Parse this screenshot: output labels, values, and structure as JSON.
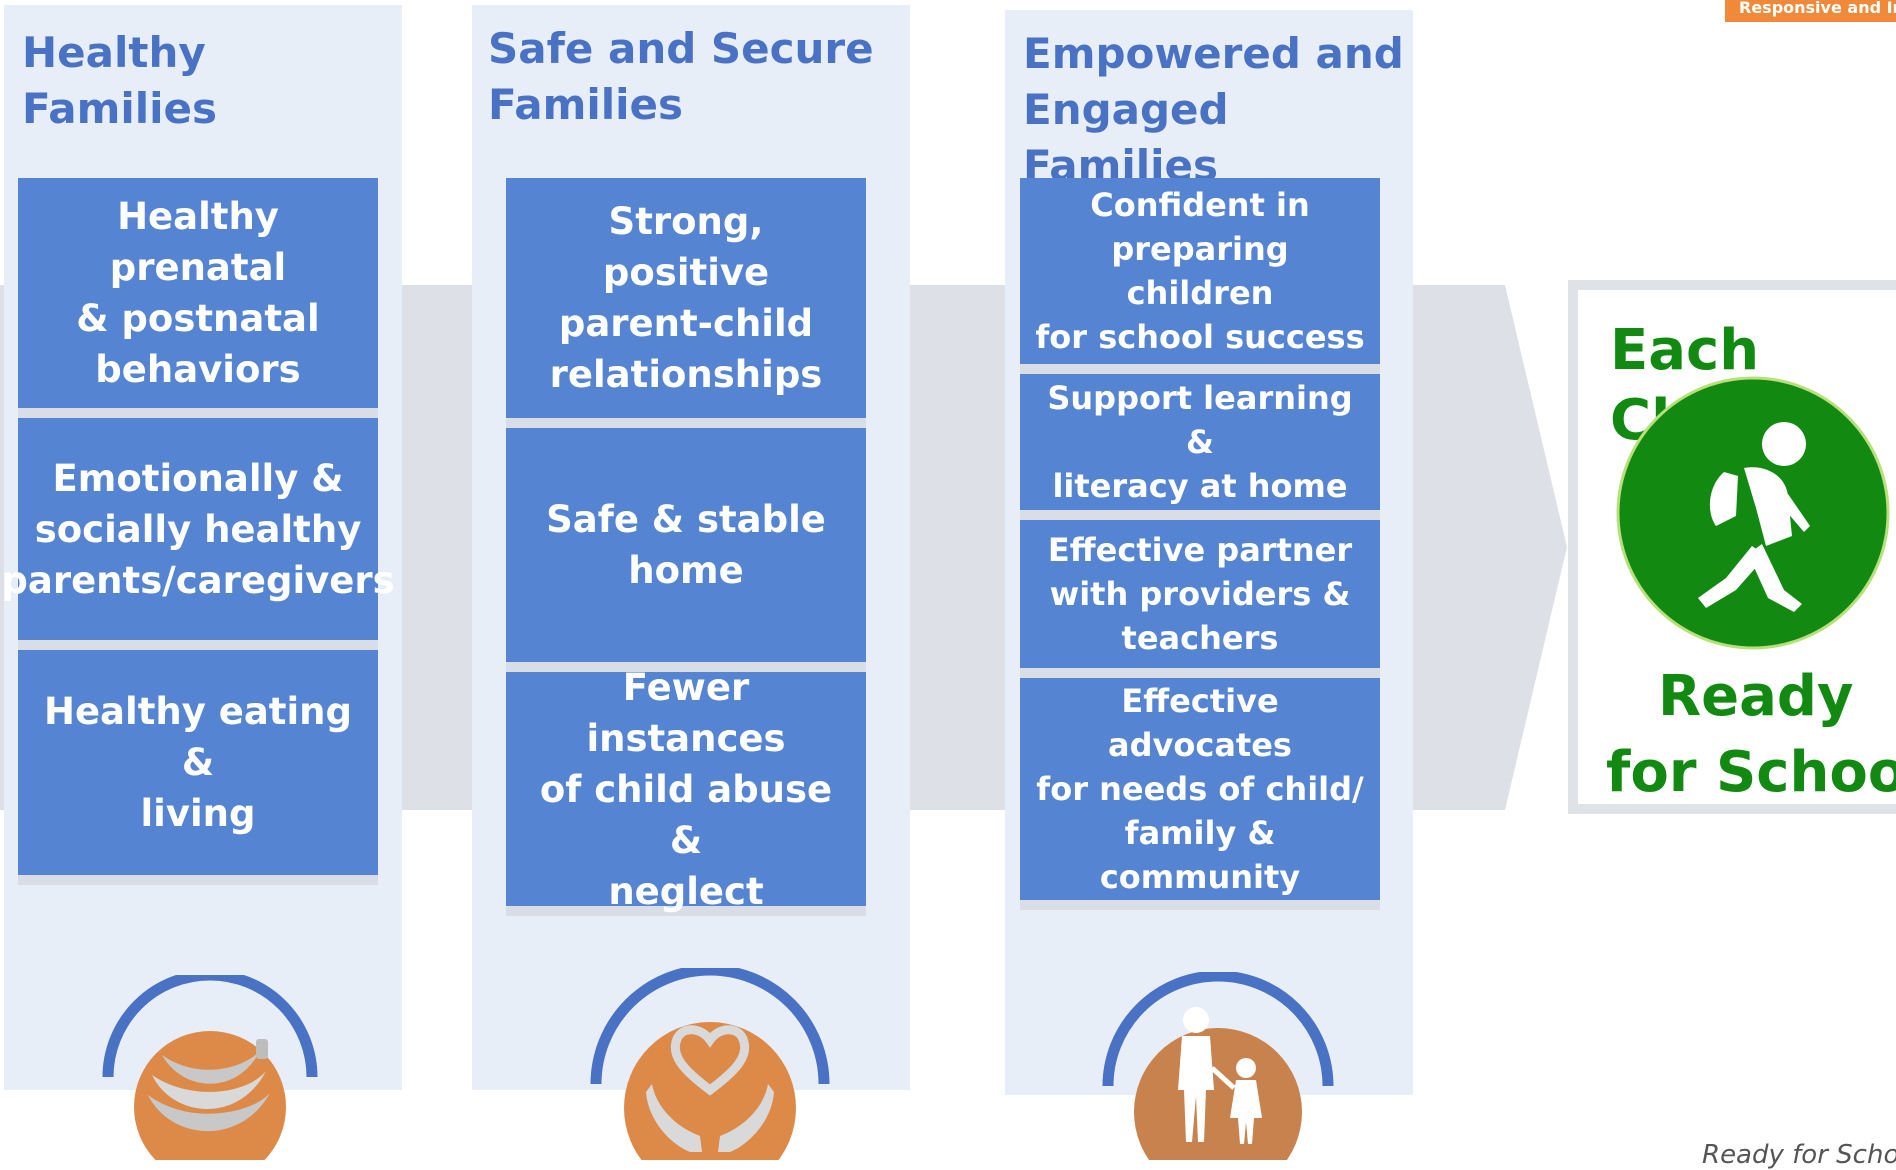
{
  "columns": [
    {
      "title": "Healthy\nFamilies",
      "boxes": [
        "Healthy prenatal\n& postnatal\nbehaviors",
        "Emotionally &\nsocially healthy\nparents/caregivers",
        "Healthy eating &\nliving"
      ],
      "icon": "bananas-icon"
    },
    {
      "title": "Safe and Secure\nFamilies",
      "boxes": [
        "Strong, positive\nparent-child\nrelationships",
        "Safe & stable\nhome",
        "Fewer instances\nof child abuse &\nneglect"
      ],
      "icon": "heart-in-hands-icon"
    },
    {
      "title": "Empowered and\nEngaged Families",
      "boxes": [
        "Confident in\npreparing children\nfor school success",
        "Support learning &\nliteracy at home",
        "Effective partner\nwith providers &\nteachers",
        "Effective advocates\nfor needs of child/\nfamily & community"
      ],
      "icon": "parent-and-child-icon"
    }
  ],
  "outcome": {
    "line1": "Each Child",
    "line2": "Ready",
    "line3": "for School",
    "icon": "walking-student-icon"
  },
  "corner_tab": "Responsive and In",
  "footer": "Ready for Scho",
  "colors": {
    "column_bg": "#e8eef8",
    "box_blue": "#5584d2",
    "title_blue": "#4a72c4",
    "arrow_gray": "#dde1e7",
    "icon_orange": "#dd8a48",
    "arc_blue": "#4a72c4",
    "green": "#128a12"
  }
}
